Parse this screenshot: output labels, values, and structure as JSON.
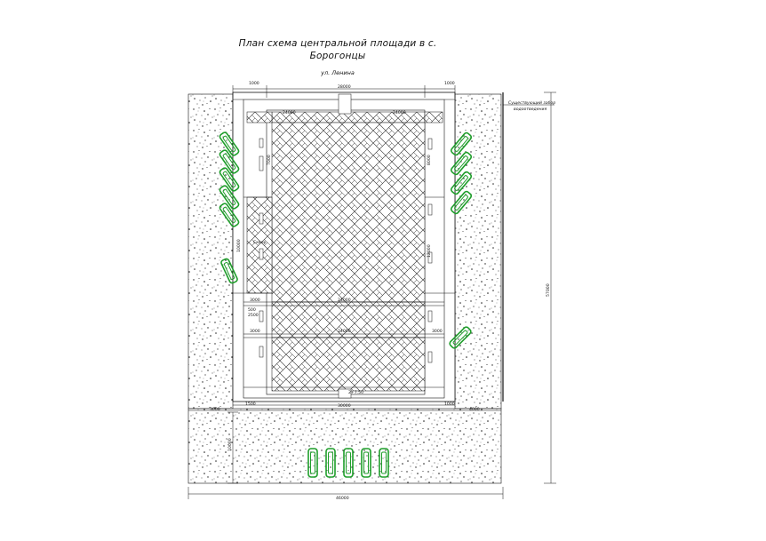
{
  "title": {
    "line1": "План схема центральной площади в с.",
    "line2": "Борогонцы"
  },
  "street": "ул. Ленина",
  "legend_note": {
    "line1": "Существующий забор",
    "line2": "водоотведения"
  },
  "dims": {
    "top_width": "28000",
    "top_left_offset": "1000",
    "top_right_offset": "1000",
    "inner_top_left": "24000",
    "inner_top_right": "24000",
    "total_height": "57000",
    "total_width": "46000",
    "bottom_width": "30000",
    "left_low_height": "10000",
    "row_label_a": "3000",
    "row_label_b": "24000",
    "row_label_c": "3000",
    "row_label_d": "24000",
    "row_label_e": "3000",
    "side_a": "2500",
    "side_b": "500",
    "vert_a": "7000",
    "vert_b": "8000",
    "vert_c": "10000",
    "vert_d": "12000",
    "stair_label": "Сквер",
    "bottom_mark": "2+7.50",
    "bottom_left_a": "1500",
    "bottom_left_b": "3000",
    "small_a": "4000",
    "small_b": "1000"
  },
  "colors": {
    "paving_pattern": "#222222",
    "gravel": "#1a1a1a",
    "vehicle_outline": "#1e9e2a",
    "line": "#111111"
  },
  "vehicles": {
    "left_column_count": 5,
    "right_column_count": 4,
    "right_lower_count": 1,
    "bottom_row_count": 5
  }
}
